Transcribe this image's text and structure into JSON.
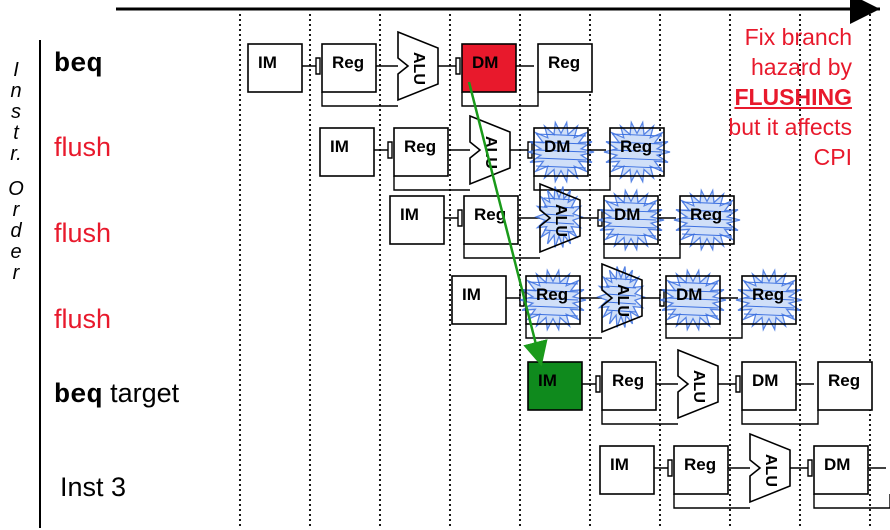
{
  "axis_label_letters": [
    "I",
    "n",
    "s",
    "t",
    "r.",
    "",
    "O",
    "r",
    "d",
    "e",
    "r"
  ],
  "instructions": [
    {
      "mnemonic": "beq",
      "text": "",
      "color": "#000000"
    },
    {
      "mnemonic": "",
      "text": "flush",
      "color": "#e8192c"
    },
    {
      "mnemonic": "",
      "text": "flush",
      "color": "#e8192c"
    },
    {
      "mnemonic": "",
      "text": "flush",
      "color": "#e8192c"
    },
    {
      "mnemonic": "beq",
      "text": "target",
      "color": "#000000"
    },
    {
      "mnemonic": "",
      "text": "Inst 3",
      "color": "#000000"
    }
  ],
  "stage_labels": {
    "im": "IM",
    "reg": "Reg",
    "alu": "ALU",
    "dm": "DM"
  },
  "note": {
    "line1": "Fix branch",
    "line2": "hazard by",
    "emphasis": "FLUSHING",
    "line4": "but it affects",
    "line5": "CPI"
  },
  "colors": {
    "flush_text": "#e8192c",
    "branch_dm_fill": "#e8192c",
    "target_im_fill": "#0f8a1d",
    "branch_arrow": "#1a9a1a",
    "flushed_stage_mark": "#3a6fe0"
  }
}
